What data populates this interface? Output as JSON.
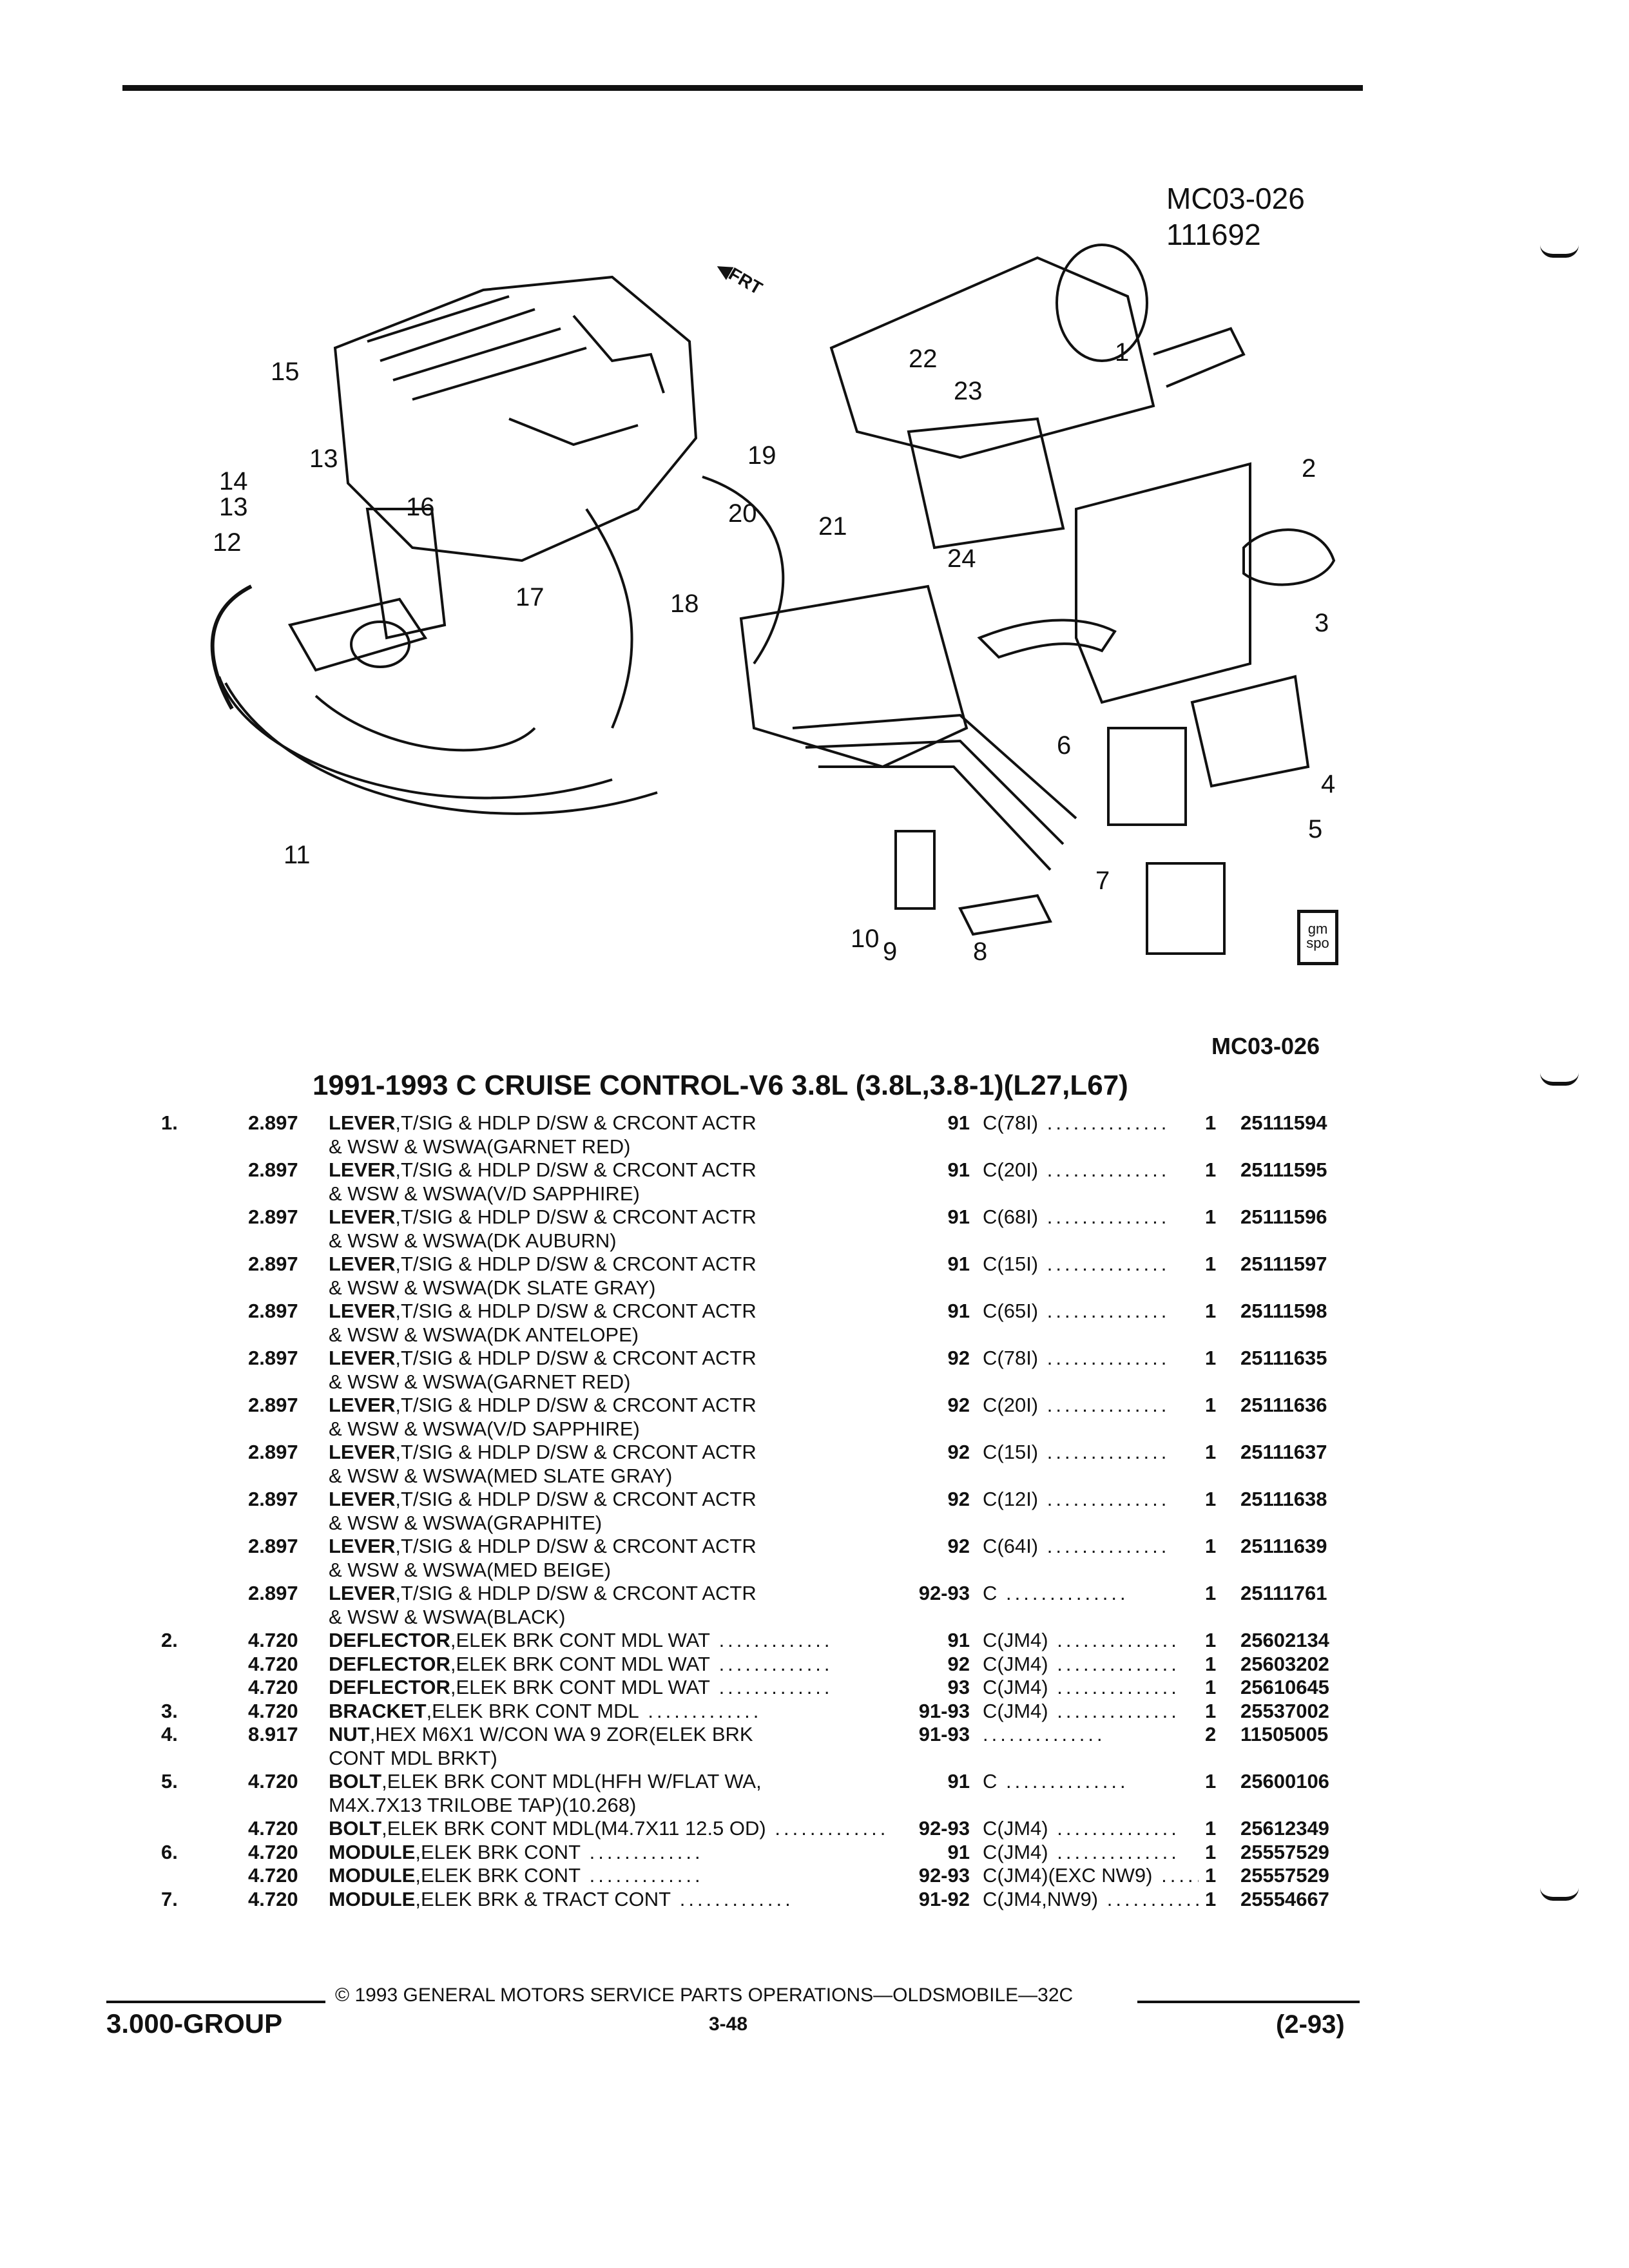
{
  "diagram": {
    "ref_code": "MC03-026",
    "ref_number": "111692",
    "bottom_ref": "MC03-026",
    "front_label": "FRT",
    "logo_text": "gm spo",
    "callouts": [
      "1",
      "2",
      "3",
      "4",
      "5",
      "6",
      "7",
      "8",
      "9",
      "10",
      "11",
      "12",
      "13",
      "13",
      "14",
      "15",
      "16",
      "17",
      "18",
      "19",
      "20",
      "21",
      "22",
      "23",
      "24"
    ]
  },
  "section_title": "1991-1993 C CRUISE CONTROL-V6 3.8L (3.8L,3.8-1)(L27,L67)",
  "parts": [
    {
      "key": "1.",
      "grp": "2.897",
      "name": "LEVER",
      "desc": ",T/SIG & HDLP D/SW & CRCONT ACTR",
      "desc2": "& WSW & WSWA(GARNET RED)",
      "yr": "91",
      "code": "C(78I)",
      "qty": "1",
      "pn": "25111594"
    },
    {
      "key": "",
      "grp": "2.897",
      "name": "LEVER",
      "desc": ",T/SIG & HDLP D/SW & CRCONT ACTR",
      "desc2": "& WSW & WSWA(V/D SAPPHIRE)",
      "yr": "91",
      "code": "C(20I)",
      "qty": "1",
      "pn": "25111595"
    },
    {
      "key": "",
      "grp": "2.897",
      "name": "LEVER",
      "desc": ",T/SIG & HDLP D/SW & CRCONT ACTR",
      "desc2": "& WSW & WSWA(DK AUBURN)",
      "yr": "91",
      "code": "C(68I)",
      "qty": "1",
      "pn": "25111596"
    },
    {
      "key": "",
      "grp": "2.897",
      "name": "LEVER",
      "desc": ",T/SIG & HDLP D/SW & CRCONT ACTR",
      "desc2": "& WSW & WSWA(DK SLATE GRAY)",
      "yr": "91",
      "code": "C(15I)",
      "qty": "1",
      "pn": "25111597"
    },
    {
      "key": "",
      "grp": "2.897",
      "name": "LEVER",
      "desc": ",T/SIG & HDLP D/SW & CRCONT ACTR",
      "desc2": "& WSW & WSWA(DK ANTELOPE)",
      "yr": "91",
      "code": "C(65I)",
      "qty": "1",
      "pn": "25111598"
    },
    {
      "key": "",
      "grp": "2.897",
      "name": "LEVER",
      "desc": ",T/SIG & HDLP D/SW & CRCONT ACTR",
      "desc2": "& WSW & WSWA(GARNET RED)",
      "yr": "92",
      "code": "C(78I)",
      "qty": "1",
      "pn": "25111635"
    },
    {
      "key": "",
      "grp": "2.897",
      "name": "LEVER",
      "desc": ",T/SIG & HDLP D/SW & CRCONT ACTR",
      "desc2": "& WSW & WSWA(V/D SAPPHIRE)",
      "yr": "92",
      "code": "C(20I)",
      "qty": "1",
      "pn": "25111636"
    },
    {
      "key": "",
      "grp": "2.897",
      "name": "LEVER",
      "desc": ",T/SIG & HDLP D/SW & CRCONT ACTR",
      "desc2": "& WSW & WSWA(MED SLATE GRAY)",
      "yr": "92",
      "code": "C(15I)",
      "qty": "1",
      "pn": "25111637"
    },
    {
      "key": "",
      "grp": "2.897",
      "name": "LEVER",
      "desc": ",T/SIG & HDLP D/SW & CRCONT ACTR",
      "desc2": "& WSW & WSWA(GRAPHITE)",
      "yr": "92",
      "code": "C(12I)",
      "qty": "1",
      "pn": "25111638"
    },
    {
      "key": "",
      "grp": "2.897",
      "name": "LEVER",
      "desc": ",T/SIG & HDLP D/SW & CRCONT ACTR",
      "desc2": "& WSW & WSWA(MED BEIGE)",
      "yr": "92",
      "code": "C(64I)",
      "qty": "1",
      "pn": "25111639"
    },
    {
      "key": "",
      "grp": "2.897",
      "name": "LEVER",
      "desc": ",T/SIG & HDLP D/SW & CRCONT ACTR",
      "desc2": "& WSW & WSWA(BLACK)",
      "yr": "92-93",
      "code": "C",
      "qty": "1",
      "pn": "25111761"
    },
    {
      "key": "2.",
      "grp": "4.720",
      "name": "DEFLECTOR",
      "desc": ",ELEK BRK CONT MDL WAT",
      "desc2": "",
      "yr": "91",
      "code": "C(JM4)",
      "qty": "1",
      "pn": "25602134"
    },
    {
      "key": "",
      "grp": "4.720",
      "name": "DEFLECTOR",
      "desc": ",ELEK BRK CONT MDL WAT",
      "desc2": "",
      "yr": "92",
      "code": "C(JM4)",
      "qty": "1",
      "pn": "25603202"
    },
    {
      "key": "",
      "grp": "4.720",
      "name": "DEFLECTOR",
      "desc": ",ELEK BRK CONT MDL WAT",
      "desc2": "",
      "yr": "93",
      "code": "C(JM4)",
      "qty": "1",
      "pn": "25610645"
    },
    {
      "key": "3.",
      "grp": "4.720",
      "name": "BRACKET",
      "desc": ",ELEK BRK CONT MDL",
      "desc2": "",
      "yr": "91-93",
      "code": "C(JM4)",
      "qty": "1",
      "pn": "25537002"
    },
    {
      "key": "4.",
      "grp": "8.917",
      "name": "NUT",
      "desc": ",HEX M6X1 W/CON WA 9 ZOR(ELEK BRK",
      "desc2": "CONT MDL BRKT)",
      "yr": "91-93",
      "code": "",
      "qty": "2",
      "pn": "11505005"
    },
    {
      "key": "5.",
      "grp": "4.720",
      "name": "BOLT",
      "desc": ",ELEK BRK CONT MDL(HFH W/FLAT WA,",
      "desc2": "M4X.7X13 TRILOBE TAP)(10.268)",
      "yr": "91",
      "code": "C",
      "qty": "1",
      "pn": "25600106"
    },
    {
      "key": "",
      "grp": "4.720",
      "name": "BOLT",
      "desc": ",ELEK BRK CONT MDL(M4.7X11 12.5 OD)",
      "desc2": "",
      "yr": "92-93",
      "code": "C(JM4)",
      "qty": "1",
      "pn": "25612349"
    },
    {
      "key": "6.",
      "grp": "4.720",
      "name": "MODULE",
      "desc": ",ELEK BRK CONT",
      "desc2": "",
      "yr": "91",
      "code": "C(JM4)",
      "qty": "1",
      "pn": "25557529"
    },
    {
      "key": "",
      "grp": "4.720",
      "name": "MODULE",
      "desc": ",ELEK BRK CONT",
      "desc2": "",
      "yr": "92-93",
      "code": "C(JM4)(EXC NW9)",
      "qty": "1",
      "pn": "25557529"
    },
    {
      "key": "7.",
      "grp": "4.720",
      "name": "MODULE",
      "desc": ",ELEK BRK & TRACT CONT",
      "desc2": "",
      "yr": "91-92",
      "code": "C(JM4,NW9)",
      "qty": "1",
      "pn": "25554667"
    }
  ],
  "footer": {
    "copyright": "© 1993 GENERAL MOTORS SERVICE PARTS OPERATIONS—OLDSMOBILE—32C",
    "group": "3.000-GROUP",
    "page": "3-48",
    "date": "(2-93)"
  }
}
